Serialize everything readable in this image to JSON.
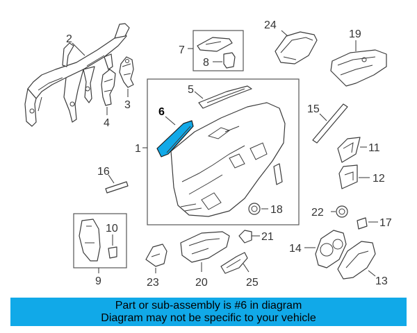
{
  "callouts": {
    "c1": "1",
    "c2": "2",
    "c3": "3",
    "c4": "4",
    "c5": "5",
    "c6": "6",
    "c7": "7",
    "c8": "8",
    "c9": "9",
    "c10": "10",
    "c11": "11",
    "c12": "12",
    "c13": "13",
    "c14": "14",
    "c15": "15",
    "c16": "16",
    "c17": "17",
    "c18": "18",
    "c19": "19",
    "c20": "20",
    "c21": "21",
    "c22": "22",
    "c23": "23",
    "c24": "24",
    "c25": "25"
  },
  "highlight": {
    "part": "6",
    "color": "#11a9e8"
  },
  "banner": {
    "line1": "Part or sub-assembly is #6 in diagram",
    "line2": "Diagram may not be specific to your vehicle",
    "color": "#11a9e8"
  }
}
